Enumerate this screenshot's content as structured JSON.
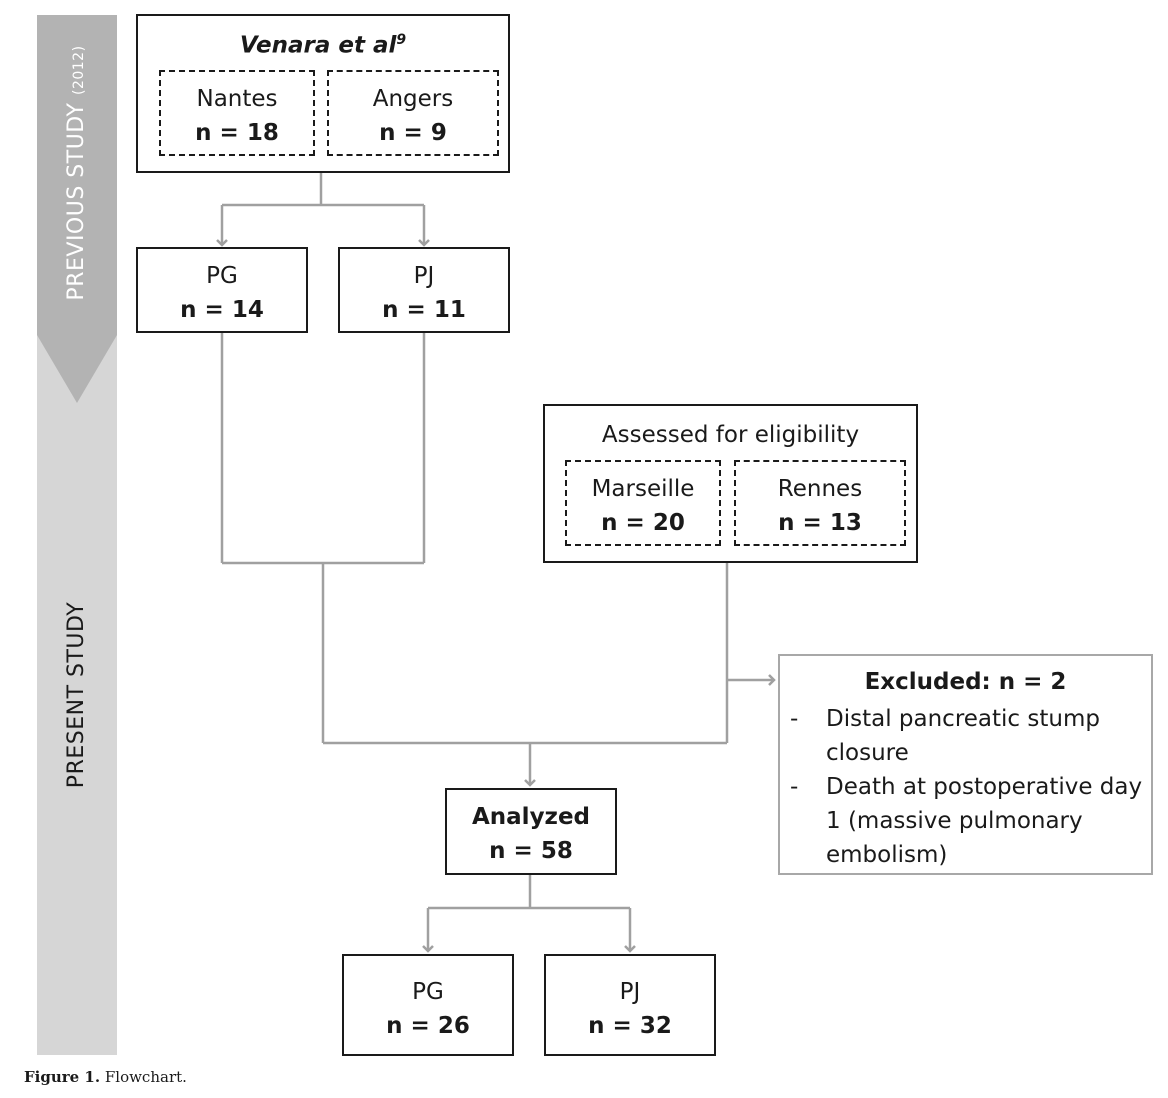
{
  "sidebar": {
    "previous_label": "PREVIOUS STUDY",
    "previous_year": "(2012)",
    "present_label": "PRESENT STUDY"
  },
  "top_box": {
    "title": "Venara et al",
    "title_sup": "9",
    "left": {
      "name": "Nantes",
      "n": "n = 18"
    },
    "right": {
      "name": "Angers",
      "n": "n = 9"
    }
  },
  "prev_groups": [
    {
      "name": "PG",
      "n": "n = 14"
    },
    {
      "name": "PJ",
      "n": "n = 11"
    }
  ],
  "eligibility_box": {
    "title": "Assessed for eligibility",
    "left": {
      "name": "Marseille",
      "n": "n = 20"
    },
    "right": {
      "name": "Rennes",
      "n": "n = 13"
    }
  },
  "excluded_box": {
    "title": "Excluded: n = 2",
    "items": [
      {
        "dash": "-",
        "text": "Distal pancreatic stump closure"
      },
      {
        "dash": "-",
        "text": "Death at postoperative day 1 (massive pulmonary embolism)"
      }
    ]
  },
  "analyzed_box": {
    "label": "Analyzed",
    "n": "n = 58"
  },
  "final_groups": [
    {
      "name": "PG",
      "n": "n = 26"
    },
    {
      "name": "PJ",
      "n": "n = 32"
    }
  ],
  "caption": {
    "label": "Figure 1.",
    "text": "Flowchart."
  },
  "colors": {
    "sidebar_grey": "#d6d6d6",
    "sidebar_arrow": "#b3b3b3",
    "connector": "#a0a0a0",
    "border": "#1a1a1a"
  }
}
